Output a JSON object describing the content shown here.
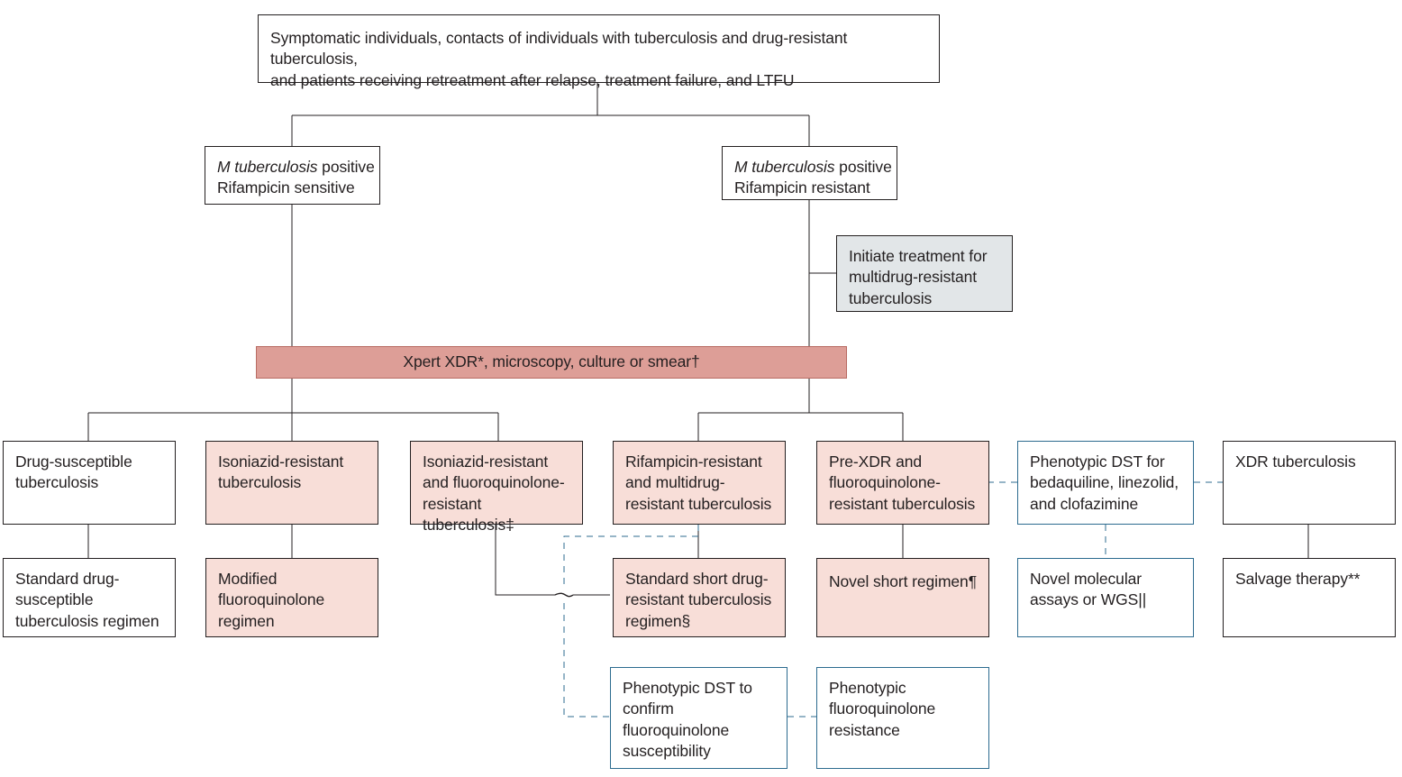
{
  "diagram": {
    "title": "Diagnostic and treatment algorithm for drug-resistant tuberculosis",
    "colors": {
      "pink_fill": "#f8ded8",
      "red_bar_fill": "#dd9e97",
      "red_bar_border": "#b86b63",
      "grey_fill": "#e2e6e8",
      "blue_border": "#2c6b8f",
      "dark_border": "#231f20",
      "text": "#231f20"
    }
  },
  "nodes": {
    "entry": {
      "line1": "Symptomatic individuals, contacts of individuals with tuberculosis and drug-resistant tuberculosis,",
      "line2": "and patients receiving retreatment after relapse, treatment failure, and LTFU"
    },
    "rif_sensitive": {
      "species": "M tuberculosis",
      "positive": " positive",
      "line2": "Rifampicin sensitive"
    },
    "rif_resistant": {
      "species": "M tuberculosis",
      "positive": " positive",
      "line2": "Rifampicin resistant"
    },
    "initiate_mdr": "Initiate treatment for multidrug-resistant tuberculosis",
    "xpert_bar": "Xpert XDR*, microscopy, culture or smear†",
    "drug_susceptible": "Drug-susceptible tuberculosis",
    "standard_ds_regimen": "Standard drug-susceptible tuberculosis regimen",
    "isoniazid_resistant": "Isoniazid-resistant tuberculosis",
    "modified_fq_regimen": "Modified fluoroquinolone regimen",
    "isoniazid_fq_resistant": "Isoniazid-resistant and fluoroquinolone-resistant tuberculosis‡",
    "rif_mdr": "Rifampicin-resistant and multidrug-resistant tuberculosis",
    "standard_short_regimen": "Standard short drug-resistant tuberculosis regimen§",
    "pre_xdr": "Pre-XDR and fluoroquinolone-resistant tuberculosis",
    "novel_short_regimen": "Novel short regimen¶",
    "phenotypic_dst_bdq": "Phenotypic DST for bedaquiline,  linezolid, and clofazimine",
    "novel_molecular": "Novel molecular assays or WGS||",
    "xdr_tuberculosis": "XDR tuberculosis",
    "salvage_therapy": "Salvage therapy**",
    "phenotypic_dst_confirm": "Phenotypic DST to confirm fluoroquinolone susceptibility",
    "phenotypic_fq_resistance": "Phenotypic fluoroquinolone resistance"
  }
}
